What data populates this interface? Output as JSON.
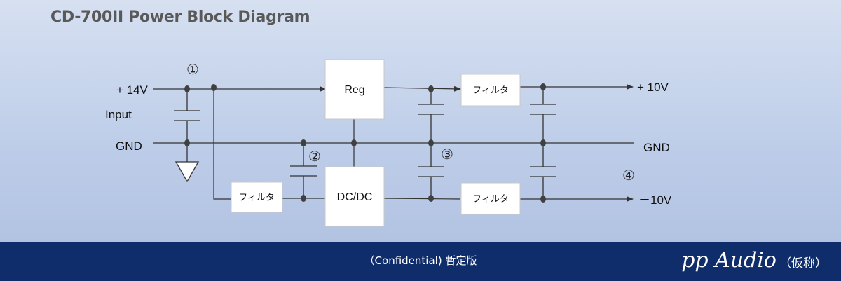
{
  "title": "CD-700II Power Block Diagram",
  "labels": {
    "input_voltage": "+ 14V",
    "input": "Input",
    "gnd_left": "GND",
    "gnd_right": "GND",
    "output_positive": "+ 10V",
    "output_negative": "－10V"
  },
  "blocks": {
    "regulator": "Reg",
    "dcdc": "DC/DC",
    "filter_positive": "フィルタ",
    "filter_negative": "フィルタ",
    "filter_input": "フィルタ"
  },
  "markers": {
    "m1": "①",
    "m2": "②",
    "m3": "③",
    "m4": "④"
  },
  "footer": {
    "note": "（Confidential) 暫定版",
    "brand": "pp Audio",
    "brand_suffix": "（仮称）"
  },
  "colors": {
    "background": "#c6d3ec",
    "footer_bar": "#0f2d6b",
    "wire": "#333333",
    "node": "#404040",
    "block_fill": "#ffffff"
  }
}
